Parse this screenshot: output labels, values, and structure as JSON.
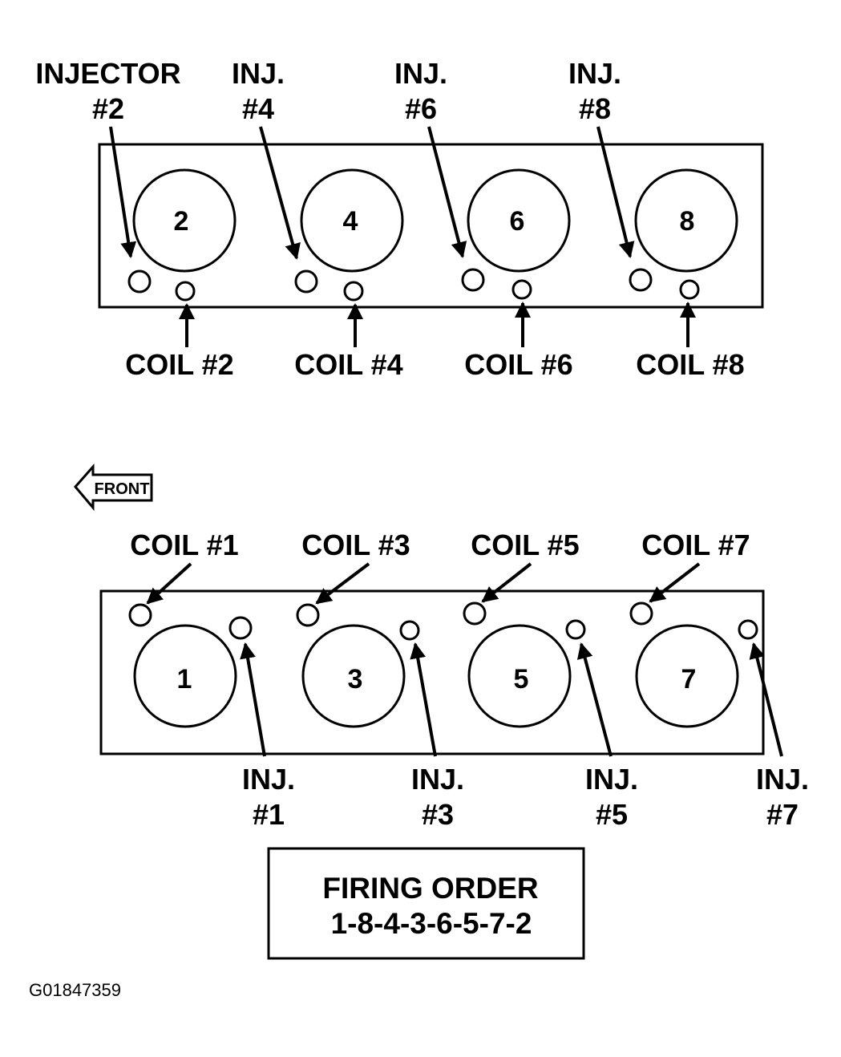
{
  "colors": {
    "ink": "#000000",
    "paper": "#ffffff"
  },
  "top_bank": {
    "cylinders": [
      {
        "number": "2",
        "injector_label": [
          "INJECTOR",
          "#2"
        ],
        "coil_label": "COIL #2"
      },
      {
        "number": "4",
        "injector_label": [
          "INJ.",
          "#4"
        ],
        "coil_label": "COIL #4"
      },
      {
        "number": "6",
        "injector_label": [
          "INJ.",
          "#6"
        ],
        "coil_label": "COIL #6"
      },
      {
        "number": "8",
        "injector_label": [
          "INJ.",
          "#8"
        ],
        "coil_label": "COIL #8"
      }
    ]
  },
  "front_indicator": {
    "label": "FRONT",
    "direction": "left"
  },
  "bottom_bank": {
    "cylinders": [
      {
        "number": "1",
        "coil_label": "COIL #1",
        "injector_label": [
          "INJ.",
          "#1"
        ]
      },
      {
        "number": "3",
        "coil_label": "COIL #3",
        "injector_label": [
          "INJ.",
          "#3"
        ]
      },
      {
        "number": "5",
        "coil_label": "COIL #5",
        "injector_label": [
          "INJ.",
          "#5"
        ]
      },
      {
        "number": "7",
        "coil_label": "COIL #7",
        "injector_label": [
          "INJ.",
          "#7"
        ]
      }
    ]
  },
  "firing_order": {
    "title": "FIRING ORDER",
    "sequence": "1-8-4-3-6-5-7-2"
  },
  "figure_code": "G01847359"
}
